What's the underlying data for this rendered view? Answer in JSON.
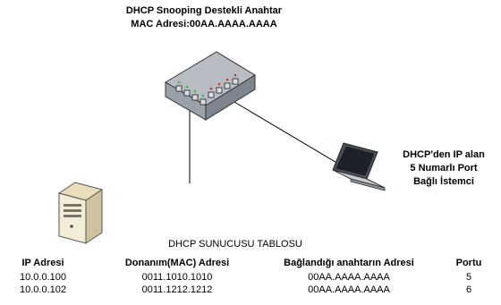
{
  "switch_label": {
    "line1": "DHCP Snooping Destekli Anahtar",
    "line2": "MAC Adresi:00AA.AAAA.AAAA"
  },
  "client_label": {
    "line1": "DHCP'den IP alan",
    "line2": "5 Numarlı Port",
    "line3": "Bağlı İstemci"
  },
  "table": {
    "title": "DHCP SUNUCUSU TABLOSU",
    "headers": [
      "IP Adresi",
      "Donanım(MAC) Adresi",
      "Bağlandığı anahtarın Adresi",
      "Portu"
    ],
    "rows": [
      [
        "10.0.0.100",
        "0011.1010.1010",
        "00AA.AAAA.AAAA",
        "5"
      ],
      [
        "10.0.0.102",
        "0011.1212.1212",
        "00AA.AAAA.AAAA",
        "6"
      ]
    ]
  },
  "icons": {
    "switch": "network-switch-icon",
    "laptop": "laptop-icon",
    "server": "server-tower-icon"
  }
}
